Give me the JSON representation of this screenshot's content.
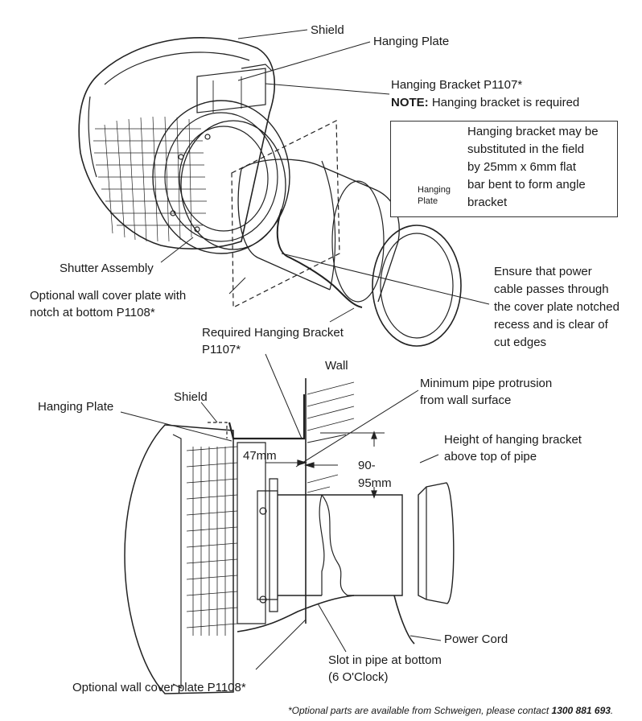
{
  "labels": {
    "shield_top": "Shield",
    "hanging_plate_top": "Hanging Plate",
    "hanging_bracket_top": "Hanging Bracket P1107*",
    "note_prefix": "NOTE:",
    "note_text": " Hanging bracket is required",
    "shutter_assembly": "Shutter Assembly",
    "optional_wall_top_1": "Optional wall cover plate with",
    "optional_wall_top_2": "notch at bottom P1108*",
    "required_bracket_1": "Required Hanging Bracket",
    "required_bracket_2": "P1107*",
    "ensure_1": "Ensure that power",
    "ensure_2": "cable passes through",
    "ensure_3": "the cover plate notched",
    "ensure_4": "recess and is clear of",
    "ensure_5": "cut edges",
    "wall": "Wall",
    "min_pipe_1": "Minimum pipe protrusion",
    "min_pipe_2": "from wall surface",
    "hanging_plate_bottom": "Hanging Plate",
    "shield_bottom": "Shield",
    "dim_47": "47mm",
    "dim_90_1": "90-",
    "dim_90_2": "95mm",
    "height_1": "Height of hanging bracket",
    "height_2": "above top of pipe",
    "power_cord": "Power Cord",
    "slot_1": "Slot in pipe at bottom",
    "slot_2": "(6 O'Clock)",
    "optional_wall_bottom": "Optional wall cover plate P1108*"
  },
  "note_box": {
    "line1": "Hanging bracket may be",
    "line2": "substituted in the field",
    "line3": "by 25mm x 6mm flat",
    "line4": "bar bent to form angle",
    "line5": "bracket",
    "inset_1": "Hanging",
    "inset_2": "Plate"
  },
  "footnote": {
    "text": "*Optional parts are available from Schweigen, please contact ",
    "phone": "1300 881 693",
    "end": "."
  }
}
